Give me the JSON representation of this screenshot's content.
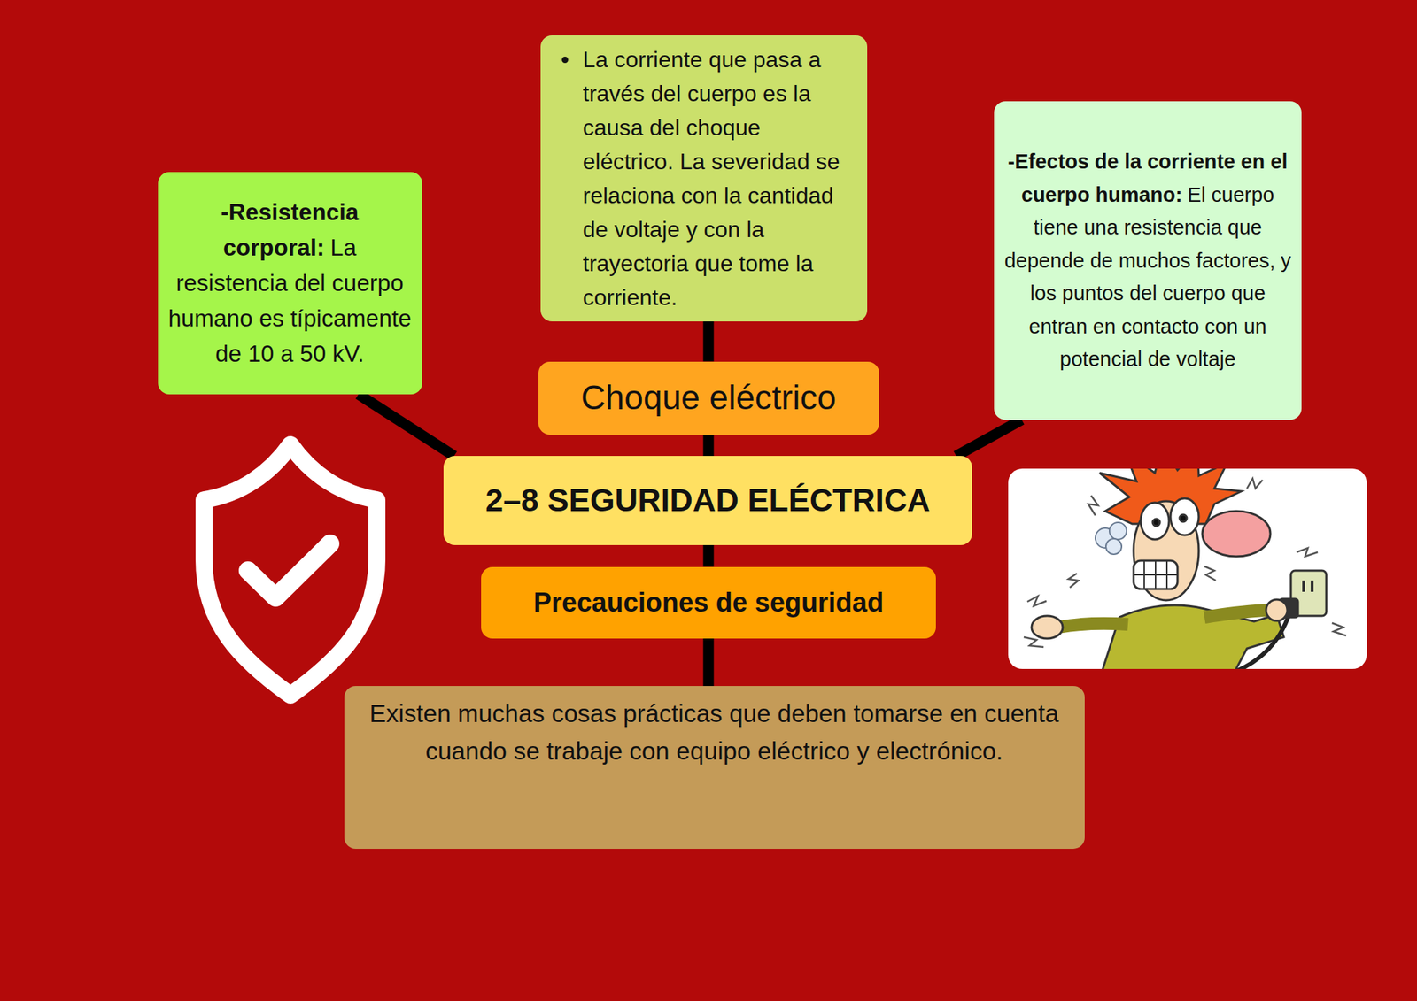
{
  "diagram": {
    "nodes": [
      {
        "text": [
          "La corriente que pasa a través del cuerpo es la causa del choque eléctrico. La severidad se relaciona con la cantidad de voltaje y con la trayectoria que tome la corriente."
        ]
      },
      {
        "text": [
          "-Resistencia corporal:",
          "La resistencia del cuerpo humano es típicamente de 10 a 50 kV."
        ]
      },
      {
        "text": [
          "-Efectos de la corriente en el cuerpo humano:",
          "El cuerpo tiene una resistencia que depende de muchos factores, y los puntos del cuerpo que entran en contacto con un potencial de voltaje"
        ]
      },
      {
        "text": [
          "Choque eléctrico"
        ]
      },
      {
        "text": [
          "2–8 SEGURIDAD ELÉCTRICA"
        ]
      },
      {
        "text": [
          "Precauciones de seguridad"
        ]
      },
      {
        "text": [
          "Existen muchas cosas prácticas que deben tomarse en cuenta cuando se trabaje con equipo eléctrico y electrónico."
        ]
      }
    ],
    "edges": [
      {
        "from": 4,
        "to": 3,
        "arrow": "none"
      },
      {
        "from": 3,
        "to": 0,
        "arrow": "none"
      },
      {
        "from": 4,
        "to": 1,
        "arrow": "none"
      },
      {
        "from": 4,
        "to": 2,
        "arrow": "none"
      },
      {
        "from": 4,
        "to": 5,
        "arrow": "none"
      },
      {
        "from": 5,
        "to": 6,
        "arrow": "none"
      }
    ]
  }
}
